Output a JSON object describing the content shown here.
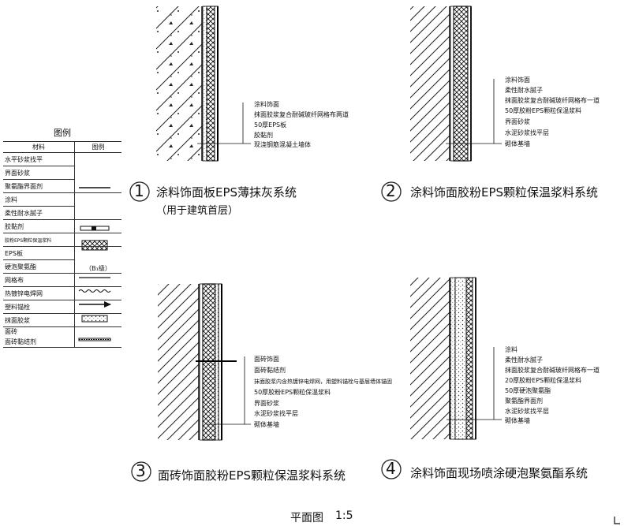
{
  "legend": {
    "title": "图例",
    "header": {
      "material": "材料",
      "symbol": "图例"
    },
    "rows": [
      {
        "name": "水平砂浆找平"
      },
      {
        "name": "界面砂浆"
      },
      {
        "name": "聚氨酯界面剂"
      },
      {
        "name": "涂料"
      },
      {
        "name": "柔性耐水腻子"
      },
      {
        "name": "胶黏剂"
      },
      {
        "name": "胶粉EPS颗粒保温浆料"
      },
      {
        "name": "EPS板"
      },
      {
        "name": "硬泡聚氨酯"
      },
      {
        "name": "网格布"
      },
      {
        "name": "热镀锌电焊网"
      },
      {
        "name": "塑料锚栓"
      },
      {
        "name": "抹面胶浆"
      },
      {
        "name": "面砖"
      },
      {
        "name": "面砖黏结剂"
      }
    ],
    "b1_label": "（B₁级）"
  },
  "details": [
    {
      "number": "1",
      "caption": "涂料饰面板EPS薄抹灰系统",
      "subcaption": "（用于建筑首层）",
      "labels": [
        "涂料饰面",
        "抹面胶浆复合耐碱玻纤网格布两道",
        "50厚EPS板",
        "胶黏剂",
        "现浇钢筋混凝土墙体"
      ]
    },
    {
      "number": "2",
      "caption": "涂料饰面胶粉EPS颗粒保温浆料系统",
      "labels": [
        "涂料饰面",
        "柔性耐水腻子",
        "抹面胶浆复合耐碱玻纤网格布一道",
        "50厚胶粉EPS颗粒保温浆料",
        "界面砂浆",
        "水泥砂浆找平层",
        "砌体基墙"
      ]
    },
    {
      "number": "3",
      "caption": "面砖饰面胶粉EPS颗粒保温浆料系统",
      "labels": [
        "面砖饰面",
        "面砖黏结剂",
        "抹面胶浆内含热镀锌电焊网，用塑料锚栓与基层墙体锚固",
        "50厚胶粉EPS颗粒保温浆料",
        "界面砂浆",
        "水泥砂浆找平层",
        "砌体基墙"
      ]
    },
    {
      "number": "4",
      "caption": "涂料饰面现场喷涂硬泡聚氨酯系统",
      "labels": [
        "涂料",
        "柔性耐水腻子",
        "抹面胶浆复合耐碱玻纤网格布一道",
        "20厚胶粉EPS颗粒保温浆料",
        "50厚硬泡聚氨酯",
        "聚氨酯界面剂",
        "水泥砂浆找平层",
        "砌体基墙"
      ]
    }
  ],
  "footer": {
    "title": "平面图",
    "scale": "1:5"
  }
}
